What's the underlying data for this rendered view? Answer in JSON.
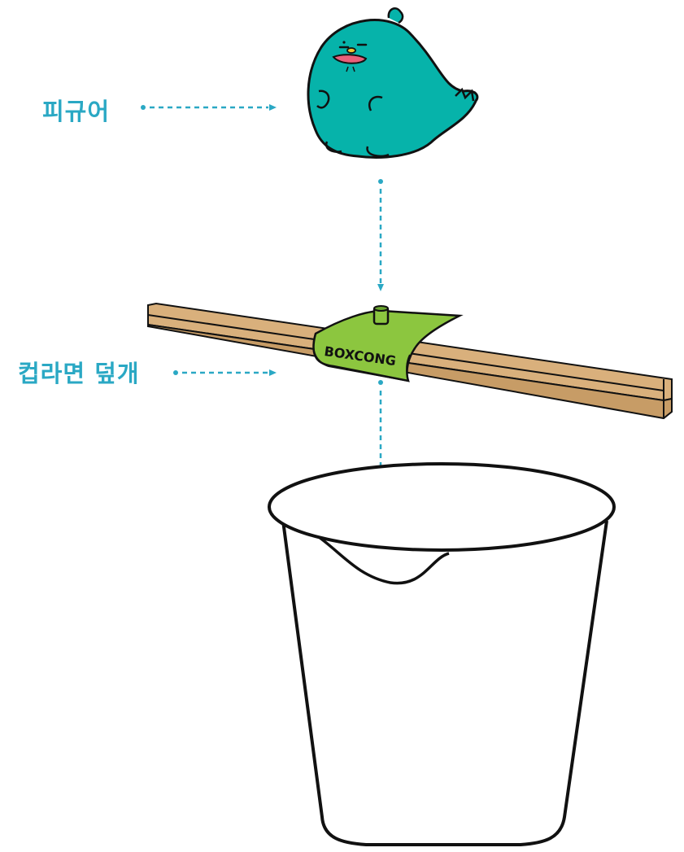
{
  "labels": {
    "figure": "피규어",
    "cup_lid": "컵라면 덮개"
  },
  "logo_text": "BOXCONG",
  "colors": {
    "label": "#2aa8c4",
    "arrow": "#2aa8c4",
    "figure_body": "#06b3aa",
    "outline": "#111111",
    "mouth": "#e8607a",
    "beak": "#f2c531",
    "lid": "#8cc63f",
    "chopstick": "#d9b07c"
  },
  "icons": {
    "figure": "teal-dinosaur-figure",
    "lid": "lid-cover",
    "chopsticks": "chopsticks",
    "cup": "paper-cup"
  }
}
